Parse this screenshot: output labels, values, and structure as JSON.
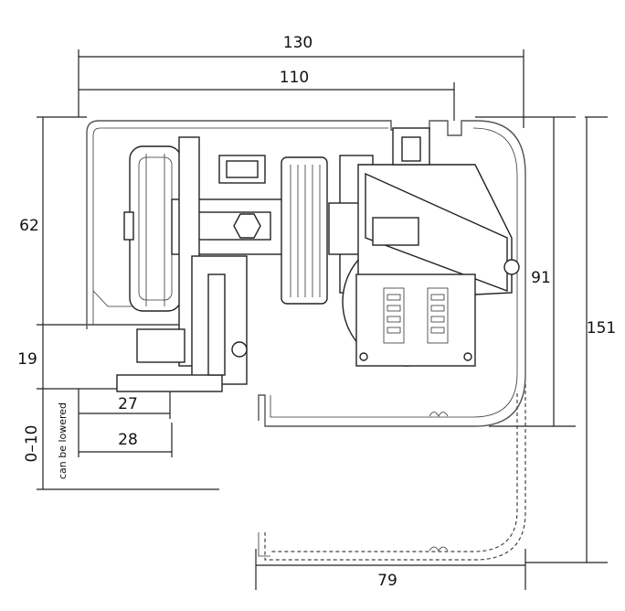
{
  "dimensions": {
    "width_overall": "130",
    "width_inner": "110",
    "height_upper": "62",
    "height_lower": "19",
    "lowering_range": "0–10",
    "lowering_note": "can be lowered",
    "offset_a": "27",
    "offset_b": "28",
    "height_housing": "91",
    "height_total": "151",
    "width_bottom": "79"
  },
  "colors": {
    "line": "#222222",
    "profile": "#555555"
  }
}
